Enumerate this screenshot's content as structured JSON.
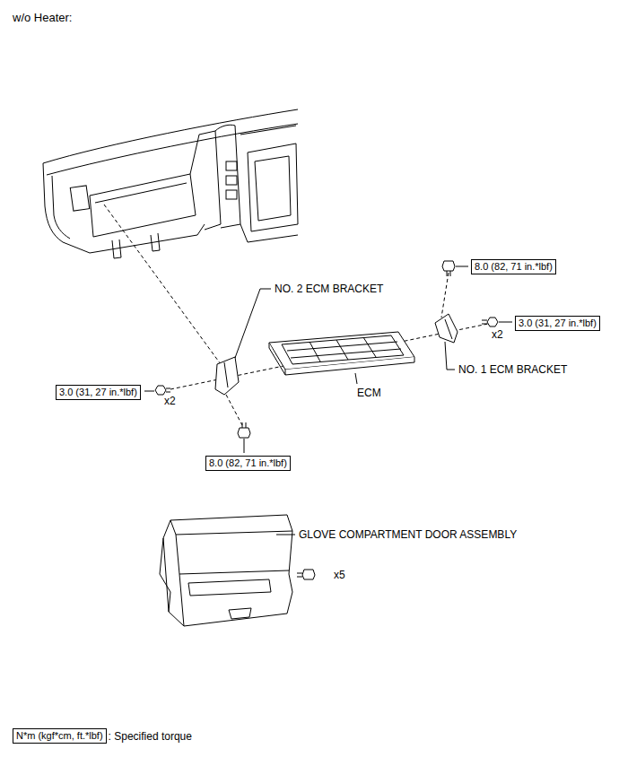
{
  "diagram": {
    "title": "w/o Heater:",
    "nodes": [
      {
        "text": [
          "8.0 (82, 71 in.*lbf)"
        ]
      },
      {
        "text": [
          "3.0 (31, 27 in.*lbf)"
        ]
      },
      {
        "text": [
          "3.0 (31, 27 in.*lbf)"
        ]
      },
      {
        "text": [
          "8.0 (82, 71 in.*lbf)"
        ]
      },
      {
        "text": [
          "N*m (kgf*cm, ft.*lbf)"
        ]
      }
    ],
    "labels": [
      "NO. 2 ECM BRACKET",
      "x2",
      "NO. 1 ECM BRACKET",
      "x2",
      "ECM",
      "GLOVE COMPARTMENT DOOR ASSEMBLY",
      "x5",
      ": Specified torque"
    ]
  }
}
